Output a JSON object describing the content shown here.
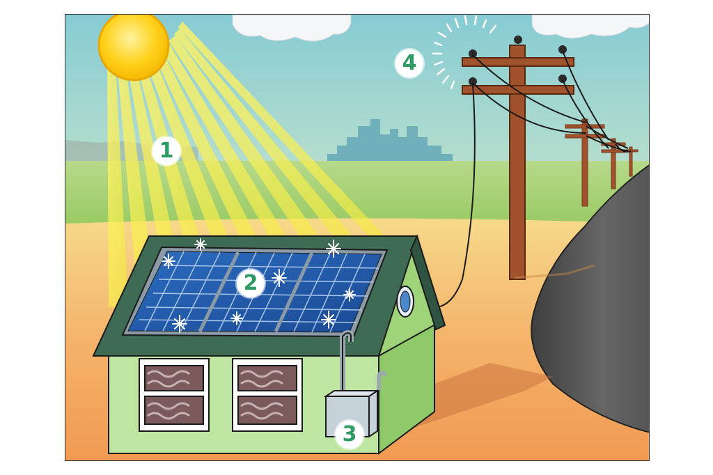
{
  "colors": {
    "sky_top": "#8fd0d6",
    "sky_bottom": "#e6f0c0",
    "grass": "#a8d06a",
    "ground": "#f2a860",
    "sun": "#ffd21e",
    "house_wall": "#9fd37a",
    "roof": "#3f6b55",
    "panel": "#1f5aa8",
    "pole": "#a0522d",
    "road": "#555555",
    "badge_text": "#2e9a64"
  },
  "steps": [
    {
      "number": "1"
    },
    {
      "number": "2"
    },
    {
      "number": "3"
    },
    {
      "number": "4"
    }
  ],
  "icons": [
    "sun-icon",
    "sunbeams",
    "solar-panel",
    "house",
    "electric-meter",
    "utility-pole",
    "power-lines",
    "city-skyline",
    "road",
    "clouds",
    "sparkle-icon"
  ]
}
